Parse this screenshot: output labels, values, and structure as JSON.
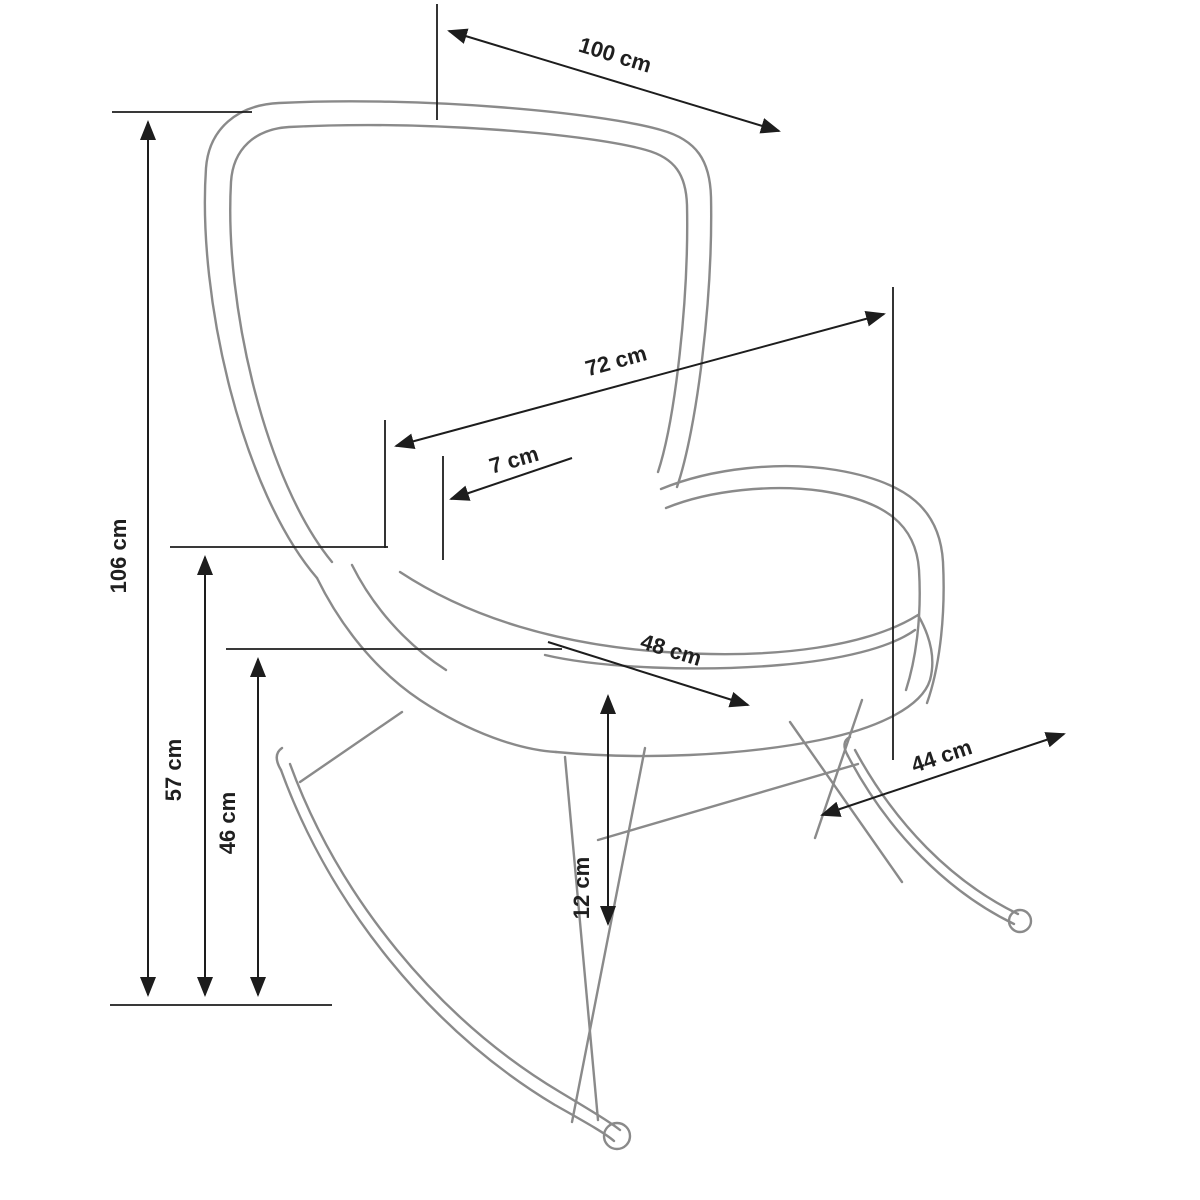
{
  "page": {
    "background": "#ffffff"
  },
  "diagram": {
    "kind": "furniture-dimension-drawing",
    "subject": "rocking-chair-line-drawing",
    "units": "cm",
    "colors": {
      "chair_stroke": "#8a8a8a",
      "dimension_stroke": "#1d1d1d",
      "label_text": "#1f1f1f"
    },
    "dimensions": {
      "d100": {
        "label": "100 cm",
        "value": 100
      },
      "d106": {
        "label": "106 cm",
        "value": 106
      },
      "d72": {
        "label": "72 cm",
        "value": 72
      },
      "d7": {
        "label": "7 cm",
        "value": 7
      },
      "d57": {
        "label": "57 cm",
        "value": 57
      },
      "d46": {
        "label": "46 cm",
        "value": 46
      },
      "d48": {
        "label": "48 cm",
        "value": 48
      },
      "d44": {
        "label": "44 cm",
        "value": 44
      },
      "d12": {
        "label": "12 cm",
        "value": 12
      }
    }
  }
}
